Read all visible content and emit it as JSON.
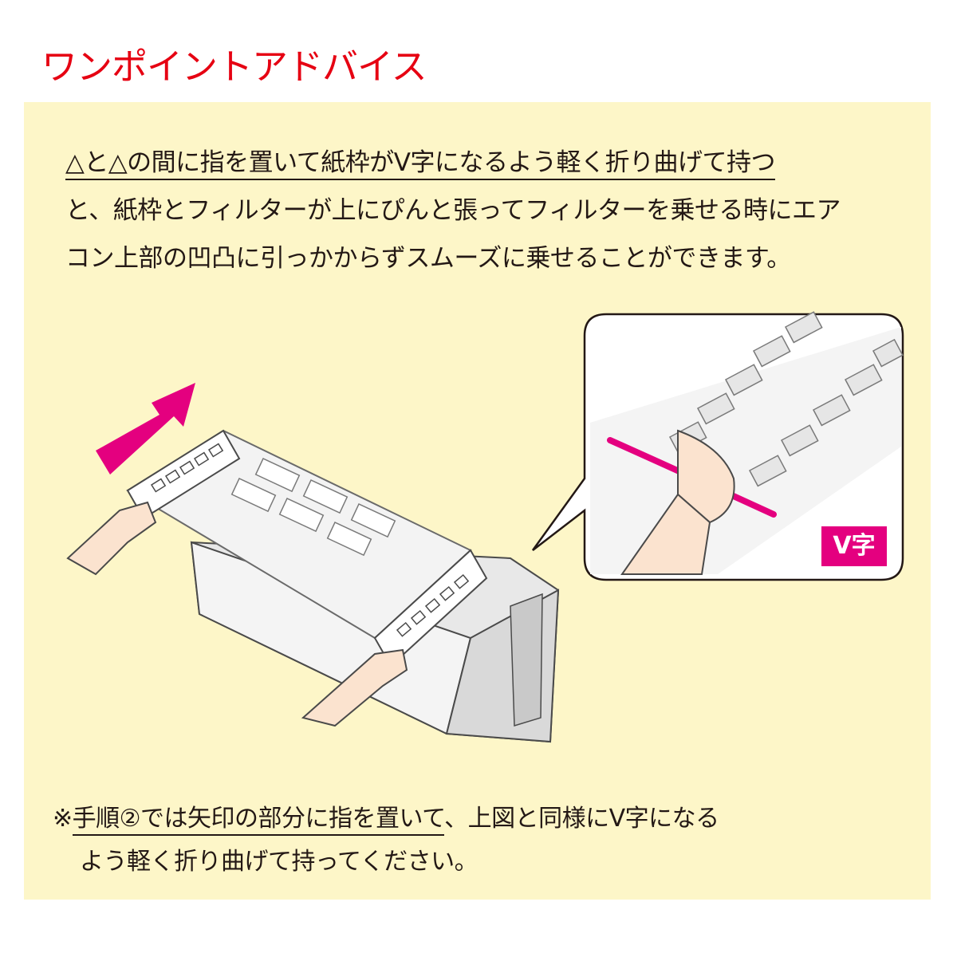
{
  "heading": "ワンポイントアドバイス",
  "tip": {
    "line1": "△と△の間に指を置いて紙枠がV字になるよう軽く折り曲げて持つ",
    "line2": "と、紙枠とフィルターが上にぴんと張ってフィルターを乗せる時にエア",
    "line3": "コン上部の凹凸に引っかからずスムーズに乗せることができます。"
  },
  "callout_label": "V字",
  "note": {
    "prefix": "※",
    "underlined": "手順②では矢印の部分に指を置いて",
    "rest": "、上図と同様にV字になる",
    "line2": "よう軽く折り曲げて持ってください。"
  },
  "colors": {
    "heading": "#e60012",
    "panel": "#fdf6c8",
    "accent": "#e4007f",
    "text": "#231815"
  }
}
